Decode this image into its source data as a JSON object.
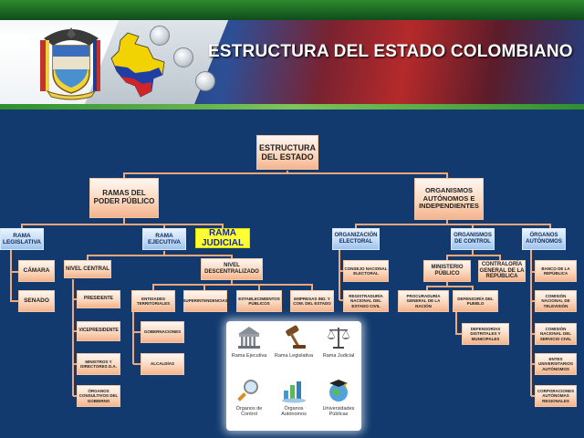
{
  "header": {
    "title": "ESTRUCTURA DEL ESTADO COLOMBIANO",
    "coat_of_arms_icon": "coat-of-arms-icon",
    "map_icon": "colombia-map-icon"
  },
  "colors": {
    "background": "#123a6e",
    "peach_box": "#fbd8bf",
    "blue_box": "#c5dcf7",
    "highlight": "#ffff33",
    "connector": "#f4a878"
  },
  "nodes": {
    "root": "ESTRUCTURA DEL ESTADO",
    "ramas": "RAMAS DEL PODER PÚBLICO",
    "organismos": "ORGANISMOS AUTÓNOMOS E INDEPENDIENTES",
    "rama_legislativa": "RAMA LEGISLATIVA",
    "rama_ejecutiva": "RAMA EJECUTIVA",
    "rama_judicial": "RAMA JUDICIAL",
    "camara": "CÁMARA",
    "senado": "SENADO",
    "nivel_central": "NIVEL CENTRAL",
    "nivel_descentralizado": "NIVEL DESCENTRALIZADO",
    "presidente": "PRESIDENTE",
    "vicepresidente": "VICEPRESIDENTE",
    "ministros": "MINISTROS Y DIRECTORES D.A.",
    "organos_consultivos": "ÓRGANOS CONSULTIVOS DEL GOBIERNO",
    "entidades_territoriales": "ENTIDADES TERRITORIALES",
    "superintendencias": "SUPERINTENDENCIAS",
    "establecimientos": "ESTABLECIMIENTOS PÚBLICOS",
    "empresas": "EMPRESAS IND. Y COM. DEL ESTADO",
    "gobernaciones": "GOBERNACIONES",
    "alcaldias": "ALCALDÍAS",
    "org_electoral": "ORGANIZACIÓN ELECTORAL",
    "org_control": "ORGANISMOS DE CONTROL",
    "org_autonomos": "ÓRGANOS AUTÓNOMOS",
    "consejo_electoral": "CONSEJO NACIONAL ELECTORAL",
    "registraduria": "REGISTRADURÍA NACIONAL DEL ESTADO CIVIL",
    "ministerio_publico": "MINISTERIO PÚBLICO",
    "contraloria": "CONTRALORÍA GENERAL DE LA REPÚBLICA",
    "procuraduria": "PROCURADURÍA GENERAL DE LA NACIÓN",
    "defensoria": "DEFENSORÍA DEL PUEBLO",
    "defensorias_distritales": "DEFENSORÍAS DISTRITALES Y MUNICIPALES",
    "banco": "BANCO DE LA REPÚBLICA",
    "comision_tv": "COMISIÓN NACIONAL DE TELEVISIÓN",
    "comision_civil": "COMISIÓN NACIONAL DEL SERVICIO CIVIL",
    "universitarios": "ENTES UNIVERSITARIOS AUTÓNOMOS",
    "corporaciones": "CORPORACIONES AUTÓNOMAS REGIONALES"
  },
  "legend": [
    {
      "icon": "capitol-building-icon",
      "label": "Rama Ejecutiva"
    },
    {
      "icon": "gavel-icon",
      "label": "Rama Legislativa"
    },
    {
      "icon": "scales-of-justice-icon",
      "label": "Rama Judicial"
    },
    {
      "icon": "magnifier-icon",
      "label": "Órganos de Control"
    },
    {
      "icon": "bar-chart-icon",
      "label": "Órganos Autónomos"
    },
    {
      "icon": "graduation-globe-icon",
      "label": "Universidades Públicas"
    }
  ]
}
